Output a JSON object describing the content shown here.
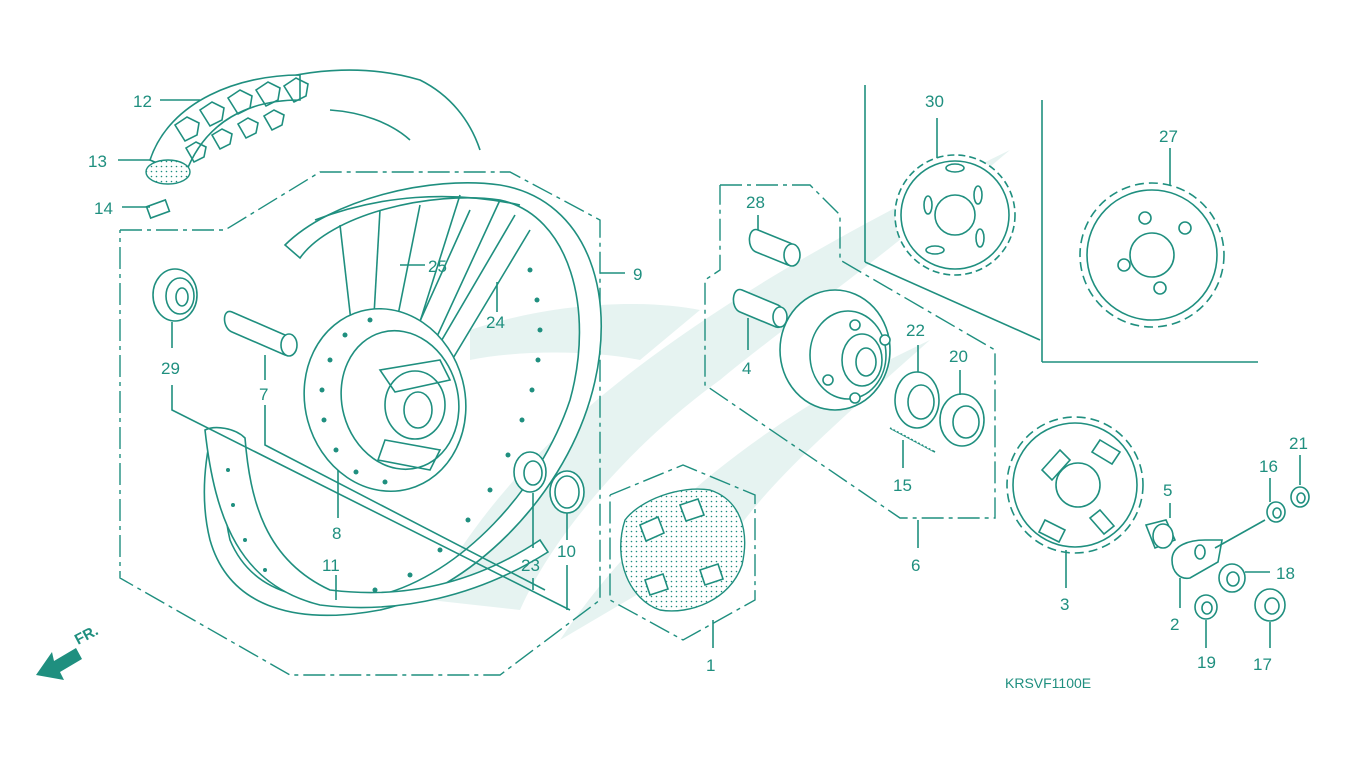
{
  "diagram_code": "KRSVF1100E",
  "direction_label": "FR.",
  "colors": {
    "line": "#1f8f7f",
    "watermark": "#e6f3f1",
    "background": "#ffffff"
  },
  "callouts": [
    "1",
    "2",
    "3",
    "4",
    "5",
    "6",
    "7",
    "8",
    "9",
    "10",
    "11",
    "12",
    "13",
    "14",
    "15",
    "16",
    "17",
    "18",
    "19",
    "20",
    "21",
    "22",
    "23",
    "24",
    "25",
    "27",
    "28",
    "29",
    "30"
  ]
}
